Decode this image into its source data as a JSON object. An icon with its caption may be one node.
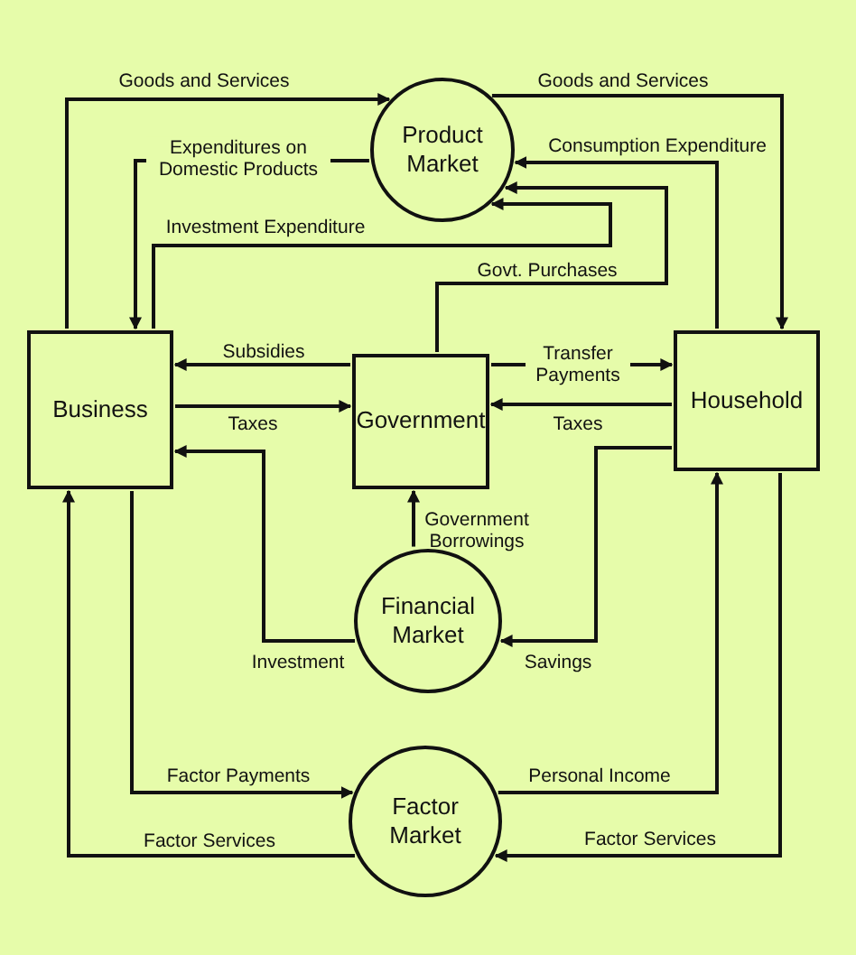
{
  "diagram": {
    "nodes": [
      {
        "text": [
          "Product Market"
        ]
      },
      {
        "text": [
          "Business"
        ]
      },
      {
        "text": [
          "Government"
        ]
      },
      {
        "text": [
          "Household"
        ]
      },
      {
        "text": [
          "Financial Market"
        ]
      },
      {
        "text": [
          "Factor Market"
        ]
      }
    ],
    "edges": [
      {
        "from": 1,
        "to": 0,
        "arrow": "to",
        "label": "Goods and Services"
      },
      {
        "from": 0,
        "to": 3,
        "arrow": "to",
        "label": "Goods and Services"
      },
      {
        "from": 0,
        "to": 1,
        "arrow": "to",
        "label": "Expenditures on Domestic Products"
      },
      {
        "from": 3,
        "to": 0,
        "arrow": "to",
        "label": "Consumption Expenditure"
      },
      {
        "from": 1,
        "to": 0,
        "arrow": "to",
        "label": "Investment Expenditure"
      },
      {
        "from": 2,
        "to": 0,
        "arrow": "to",
        "label": "Govt. Purchases"
      },
      {
        "from": 2,
        "to": 1,
        "arrow": "to",
        "label": "Subsidies"
      },
      {
        "from": 1,
        "to": 2,
        "arrow": "to",
        "label": "Taxes"
      },
      {
        "from": 2,
        "to": 3,
        "arrow": "to",
        "label": "Transfer Payments"
      },
      {
        "from": 3,
        "to": 2,
        "arrow": "to",
        "label": "Taxes"
      },
      {
        "from": 4,
        "to": 2,
        "arrow": "to",
        "label": "Government Borrowings"
      },
      {
        "from": 4,
        "to": 1,
        "arrow": "to",
        "label": "Investment"
      },
      {
        "from": 3,
        "to": 4,
        "arrow": "to",
        "label": "Savings"
      },
      {
        "from": 1,
        "to": 5,
        "arrow": "to",
        "label": "Factor Payments"
      },
      {
        "from": 5,
        "to": 3,
        "arrow": "to",
        "label": "Personal Income"
      },
      {
        "from": 3,
        "to": 5,
        "arrow": "to",
        "label": "Factor Services"
      },
      {
        "from": 5,
        "to": 1,
        "arrow": "to",
        "label": "Factor Services"
      }
    ]
  }
}
